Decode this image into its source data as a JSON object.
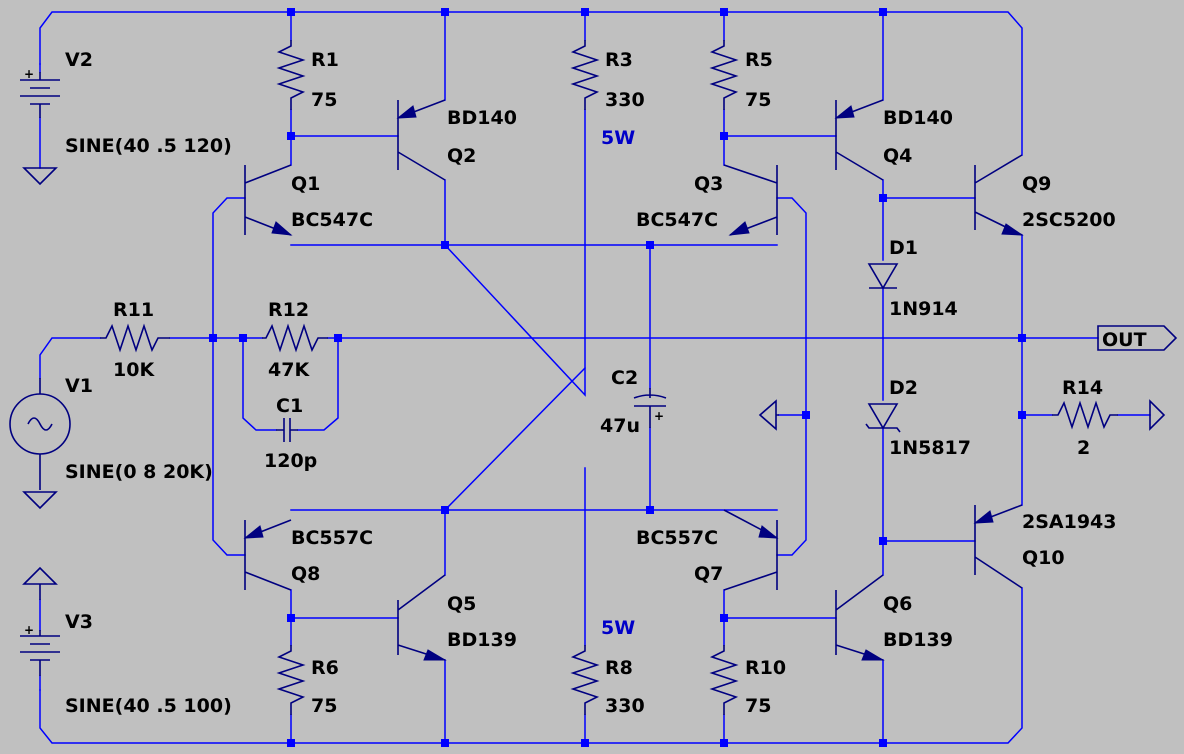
{
  "sources": {
    "v2": {
      "name": "V2",
      "value": "SINE(40 .5 120)"
    },
    "v1": {
      "name": "V1",
      "value": "SINE(0 8 20K)"
    },
    "v3": {
      "name": "V3",
      "value": "SINE(40 .5 100)"
    }
  },
  "resistors": {
    "r1": {
      "name": "R1",
      "value": "75"
    },
    "r3": {
      "name": "R3",
      "value": "330",
      "power": "5W"
    },
    "r5": {
      "name": "R5",
      "value": "75"
    },
    "r11": {
      "name": "R11",
      "value": "10K"
    },
    "r12": {
      "name": "R12",
      "value": "47K"
    },
    "r14": {
      "name": "R14",
      "value": "2"
    },
    "r6": {
      "name": "R6",
      "value": "75"
    },
    "r8": {
      "name": "R8",
      "value": "330",
      "power": "5W"
    },
    "r10": {
      "name": "R10",
      "value": "75"
    }
  },
  "capacitors": {
    "c1": {
      "name": "C1",
      "value": "120p"
    },
    "c2": {
      "name": "C2",
      "value": "47u"
    }
  },
  "diodes": {
    "d1": {
      "name": "D1",
      "value": "1N914"
    },
    "d2": {
      "name": "D2",
      "value": "1N5817"
    }
  },
  "transistors": {
    "q1": {
      "name": "Q1",
      "part": "BC547C"
    },
    "q2": {
      "name": "Q2",
      "part": "BD140"
    },
    "q3": {
      "name": "Q3",
      "part": "BC547C"
    },
    "q4": {
      "name": "Q4",
      "part": "BD140"
    },
    "q5": {
      "name": "Q5",
      "part": "BD139"
    },
    "q6": {
      "name": "Q6",
      "part": "BD139"
    },
    "q7": {
      "name": "Q7",
      "part": "BC557C"
    },
    "q8": {
      "name": "Q8",
      "part": "BC557C"
    },
    "q9": {
      "name": "Q9",
      "part": "2SC5200"
    },
    "q10": {
      "name": "Q10",
      "part": "2SA1943"
    }
  },
  "net_labels": {
    "out": "OUT"
  },
  "plus_sign": "+",
  "colors": {
    "background": "#c0c0c0",
    "wire": "#0000ff",
    "symbol": "#000080",
    "text": "#000000",
    "annotation": "#0000c8"
  }
}
